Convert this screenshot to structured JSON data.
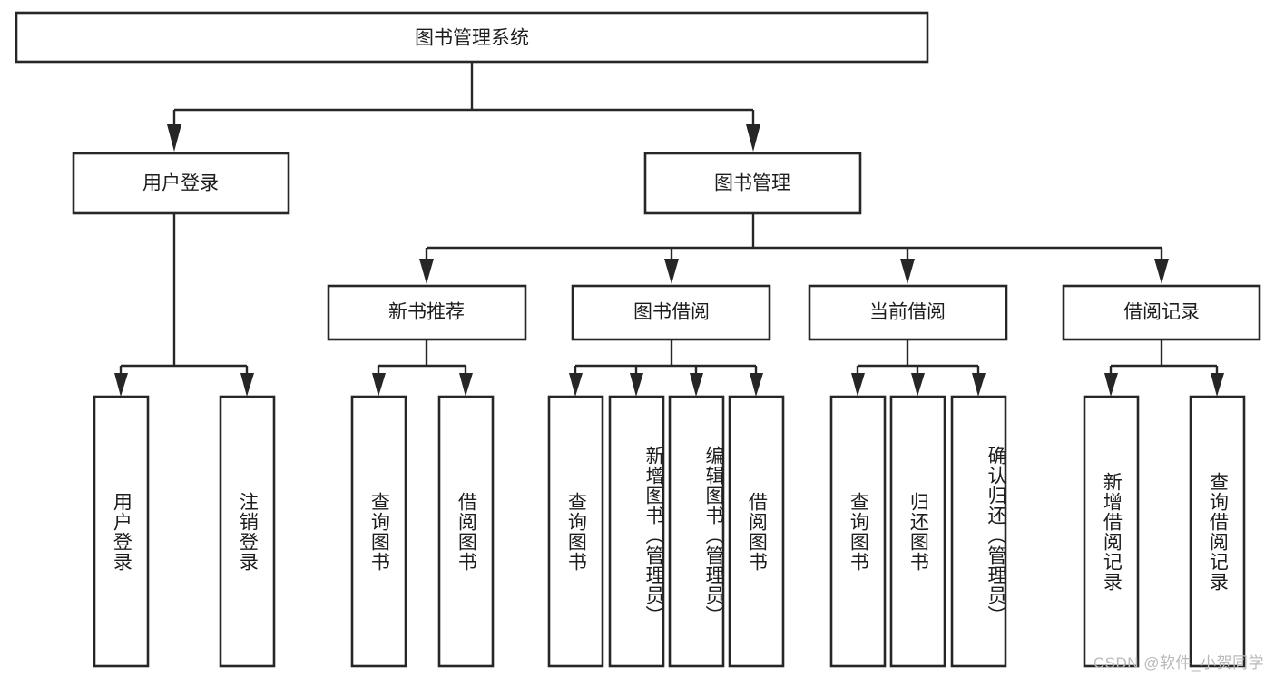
{
  "diagram": {
    "type": "tree-hierarchy",
    "title": "图书管理系统",
    "watermark": "CSDN @软件_小贺同学",
    "colors": {
      "stroke": "#262626",
      "fill": "#ffffff",
      "text": "#1d1d1d",
      "watermark": "#b9b9b9"
    },
    "levels": {
      "root": {
        "label": "图书管理系统",
        "orientation": "horizontal"
      },
      "level2": [
        {
          "label": "用户登录",
          "orientation": "horizontal"
        },
        {
          "label": "图书管理",
          "orientation": "horizontal"
        }
      ],
      "level3": [
        {
          "label": "新书推荐",
          "orientation": "horizontal",
          "parent": "图书管理"
        },
        {
          "label": "图书借阅",
          "orientation": "horizontal",
          "parent": "图书管理"
        },
        {
          "label": "当前借阅",
          "orientation": "horizontal",
          "parent": "图书管理"
        },
        {
          "label": "借阅记录",
          "orientation": "horizontal",
          "parent": "图书管理"
        }
      ],
      "leaves": [
        {
          "label": "用户登录",
          "orientation": "vertical",
          "parent": "用户登录"
        },
        {
          "label": "注销登录",
          "orientation": "vertical",
          "parent": "用户登录"
        },
        {
          "label": "查询图书",
          "orientation": "vertical",
          "parent": "新书推荐"
        },
        {
          "label": "借阅图书",
          "orientation": "vertical",
          "parent": "新书推荐"
        },
        {
          "label": "查询图书",
          "orientation": "vertical",
          "parent": "图书借阅"
        },
        {
          "label": "新增图书（管理员）",
          "orientation": "vertical",
          "parent": "图书借阅"
        },
        {
          "label": "编辑图书（管理员）",
          "orientation": "vertical",
          "parent": "图书借阅"
        },
        {
          "label": "借阅图书",
          "orientation": "vertical",
          "parent": "图书借阅"
        },
        {
          "label": "查询图书",
          "orientation": "vertical",
          "parent": "当前借阅"
        },
        {
          "label": "归还图书",
          "orientation": "vertical",
          "parent": "当前借阅"
        },
        {
          "label": "确认归还（管理员）",
          "orientation": "vertical",
          "parent": "当前借阅"
        },
        {
          "label": "新增借阅记录",
          "orientation": "vertical",
          "parent": "借阅记录"
        },
        {
          "label": "查询借阅记录",
          "orientation": "vertical",
          "parent": "借阅记录"
        }
      ]
    }
  }
}
